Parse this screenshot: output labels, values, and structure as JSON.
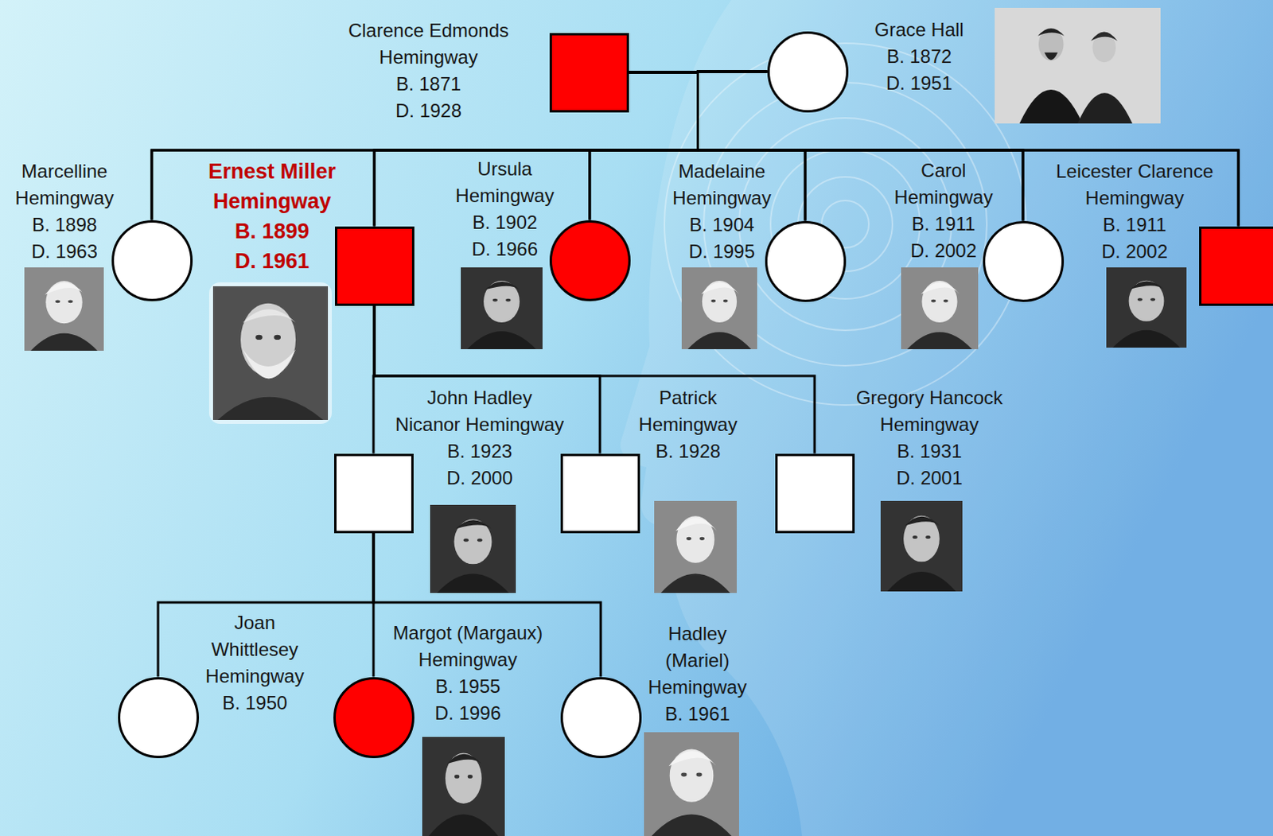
{
  "diagram": {
    "nodes": [
      {
        "text": [
          "Clarence Edmonds Hemingway",
          "B. 1871",
          "D. 1928"
        ]
      },
      {
        "text": [
          "Grace Hall",
          "B. 1872",
          "D. 1951"
        ]
      },
      {
        "text": [
          "Marcelline Hemingway",
          "B. 1898",
          "D. 1963"
        ]
      },
      {
        "text": [
          "Ernest Miller Hemingway",
          "B. 1899",
          "D. 1961"
        ]
      },
      {
        "text": [
          "Ursula Hemingway",
          "B. 1902",
          "D. 1966"
        ]
      },
      {
        "text": [
          "Madelaine Hemingway",
          "B. 1904",
          "D. 1995"
        ]
      },
      {
        "text": [
          "Carol Hemingway",
          "B. 1911",
          "D. 2002"
        ]
      },
      {
        "text": [
          "Leicester Clarence Hemingway",
          "B. 1911",
          "D. 2002"
        ]
      },
      {
        "text": [
          "John Hadley Nicanor Hemingway",
          "B. 1923",
          "D. 2000"
        ]
      },
      {
        "text": [
          "Patrick Hemingway",
          "B. 1928"
        ]
      },
      {
        "text": [
          "Gregory Hancock Hemingway",
          "B. 1931",
          "D. 2001"
        ]
      },
      {
        "text": [
          "Joan Whittlesey Hemingway",
          "B. 1950"
        ]
      },
      {
        "text": [
          "Margot (Margaux) Hemingway",
          "B. 1955",
          "D. 1996"
        ]
      },
      {
        "text": [
          "Hadley (Mariel) Hemingway",
          "B. 1961"
        ]
      }
    ],
    "edges": [
      {
        "from": 0,
        "to": 1,
        "arrow": "none"
      },
      {
        "from": 0,
        "to": 2,
        "arrow": "none"
      },
      {
        "from": 0,
        "to": 3,
        "arrow": "none"
      },
      {
        "from": 0,
        "to": 4,
        "arrow": "none"
      },
      {
        "from": 0,
        "to": 5,
        "arrow": "none"
      },
      {
        "from": 0,
        "to": 6,
        "arrow": "none"
      },
      {
        "from": 0,
        "to": 7,
        "arrow": "none"
      },
      {
        "from": 1,
        "to": 2,
        "arrow": "none"
      },
      {
        "from": 1,
        "to": 3,
        "arrow": "none"
      },
      {
        "from": 1,
        "to": 4,
        "arrow": "none"
      },
      {
        "from": 1,
        "to": 5,
        "arrow": "none"
      },
      {
        "from": 1,
        "to": 6,
        "arrow": "none"
      },
      {
        "from": 1,
        "to": 7,
        "arrow": "none"
      },
      {
        "from": 3,
        "to": 8,
        "arrow": "none"
      },
      {
        "from": 3,
        "to": 9,
        "arrow": "none"
      },
      {
        "from": 3,
        "to": 10,
        "arrow": "none"
      },
      {
        "from": 8,
        "to": 11,
        "arrow": "none"
      },
      {
        "from": 8,
        "to": 12,
        "arrow": "none"
      },
      {
        "from": 8,
        "to": 13,
        "arrow": "none"
      }
    ]
  }
}
